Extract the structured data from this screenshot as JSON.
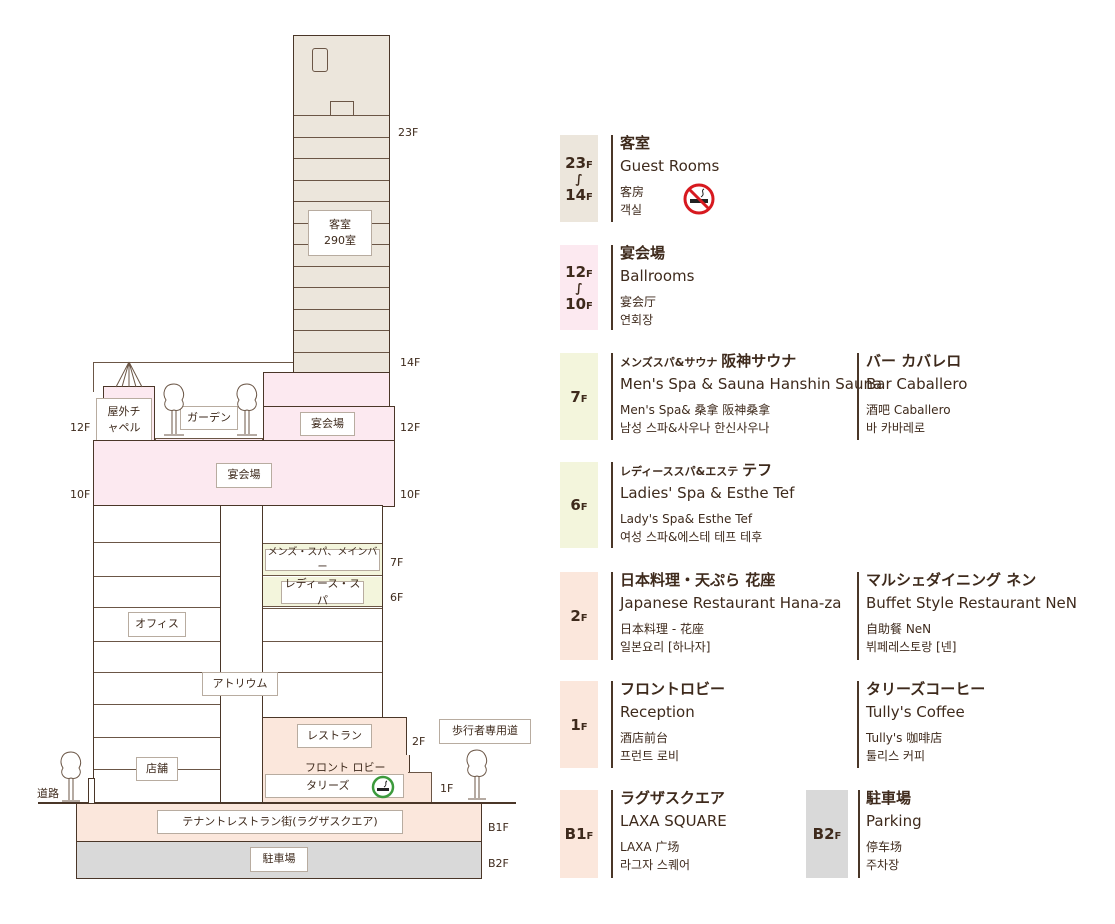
{
  "diagram": {
    "tower_label": "客室",
    "tower_rooms": "290室",
    "chapel": "屋外チャペル",
    "garden": "ガーデン",
    "ballroom12": "宴会場",
    "ballroom10": "宴会場",
    "mens_spa": "メンズ・スパ、メインバー",
    "ladies_spa": "レディース・スパ",
    "office": "オフィス",
    "atrium": "アトリウム",
    "restaurant": "レストラン",
    "front_lobby": "フロント ロビー",
    "tullys": "タリーズ",
    "shop": "店舗",
    "road": "道路",
    "pedestrian": "歩行者専用道",
    "tenant": "テナントレストラン街(ラグザスクエア)",
    "parking": "駐車場",
    "floors": {
      "f23": "23F",
      "f14": "14F",
      "f12l": "12F",
      "f12r": "12F",
      "f10l": "10F",
      "f10r": "10F",
      "f7": "7F",
      "f6": "6F",
      "f2": "2F",
      "f1": "1F",
      "b1": "B1F",
      "b2": "B2F"
    }
  },
  "legend": [
    {
      "from": "23",
      "to": "14",
      "unit": "F",
      "jp": "客室",
      "en": "Guest Rooms",
      "cn": "客房",
      "kr": "객실",
      "color": "#ece6dc",
      "icon": "no-smoking-icon"
    },
    {
      "from": "12",
      "to": "10",
      "unit": "F",
      "jp": "宴会場",
      "en": "Ballrooms",
      "cn": "宴会厅",
      "kr": "연회장",
      "color": "#fce9f0"
    },
    {
      "floor": "7",
      "unit": "F",
      "jp_small": "メンズスパ&サウナ",
      "jp": "阪神サウナ",
      "en": "Men's Spa & Sauna Hanshin Sauna",
      "cn": "Men's Spa& 桑拿 阪神桑拿",
      "kr": "남성 스파&사우나 한신사우나",
      "jp2": "バー カバレロ",
      "en2": "Bar Caballero",
      "cn2": "酒吧 Caballero",
      "kr2": "바 카바레로",
      "color": "#f3f5dc"
    },
    {
      "floor": "6",
      "unit": "F",
      "jp_small": "レディーススパ&エステ",
      "jp": "テフ",
      "en": "Ladies' Spa & Esthe Tef",
      "cn": "Lady's Spa& Esthe Tef",
      "kr": "여성 스파&에스테 테프 테후",
      "color": "#f3f5dc"
    },
    {
      "floor": "2",
      "unit": "F",
      "jp": "日本料理・天ぷら 花座",
      "en": "Japanese Restaurant Hana-za",
      "cn": "日本料理 - 花座",
      "kr": "일본요리 [하나자]",
      "jp2": "マルシェダイニング ネン",
      "en2": "Buffet Style Restaurant NeN",
      "cn2": "自助餐 NeN",
      "kr2": "뷔페레스토랑 [넨]",
      "color": "#fbe7dc"
    },
    {
      "floor": "1",
      "unit": "F",
      "jp": "フロントロビー",
      "en": "Reception",
      "cn": "酒店前台",
      "kr": "프런트 로비",
      "jp2": "タリーズコーヒー",
      "en2": "Tully's Coffee",
      "cn2": "Tully's 咖啡店",
      "kr2": "툴리스 커피",
      "color": "#fbe7dc"
    },
    {
      "floor": "B1",
      "unit": "F",
      "jp": "ラグザスクエア",
      "en": "LAXA SQUARE",
      "cn": "LAXA 广场",
      "kr": "라그자 스퀘어",
      "color": "#fbe7dc"
    },
    {
      "floor": "B2",
      "unit": "F",
      "jp": "駐車場",
      "en": "Parking",
      "cn": "停车场",
      "kr": "주차장",
      "color": "#d9d9d9"
    }
  ]
}
